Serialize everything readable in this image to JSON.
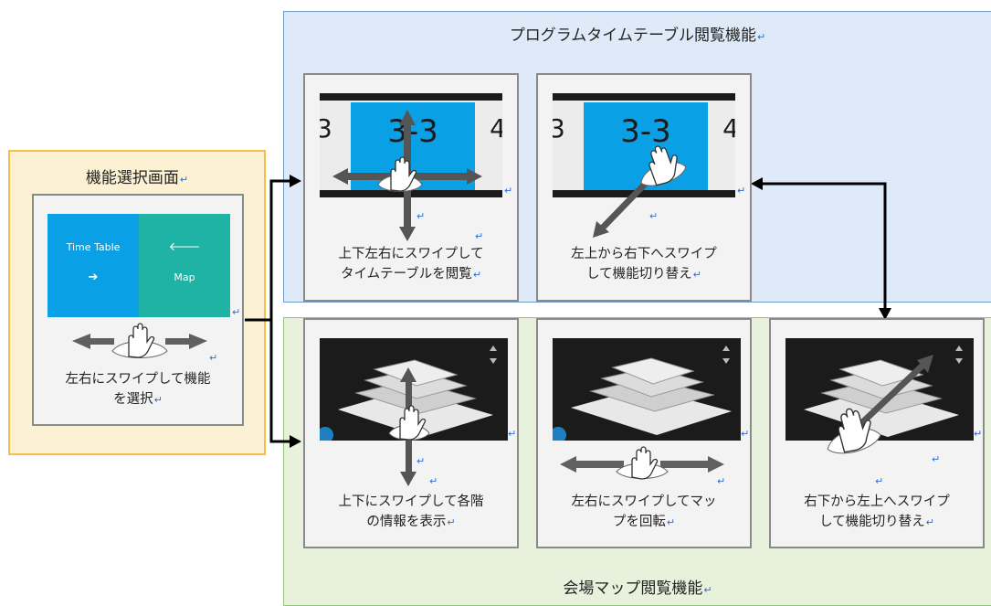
{
  "select_region": {
    "title": "機能選択画面",
    "thumb_left_label": "Time Table",
    "thumb_right_label": "Map",
    "caption_line1": "左右にスワイプして機能",
    "caption_line2": "を選択"
  },
  "timetable_region": {
    "title": "プログラムタイムテーブル閲覧機能",
    "card1": {
      "tile_label": "3-3",
      "left_digit": "3",
      "right_digit": "4",
      "caption_line1": "上下左右にスワイプして",
      "caption_line2": "タイムテーブルを閲覧"
    },
    "card2": {
      "tile_label": "3-3",
      "left_digit": "3",
      "right_digit": "4",
      "caption_line1": "左上から右下へスワイプ",
      "caption_line2": "して機能切り替え"
    }
  },
  "map_region": {
    "title": "会場マップ閲覧機能",
    "card1": {
      "caption_line1": "上下にスワイプして各階",
      "caption_line2": "の情報を表示"
    },
    "card2": {
      "caption_line1": "左右にスワイプしてマッ",
      "caption_line2": "プを回転"
    },
    "card3": {
      "caption_line1": "右下から左上へスワイプ",
      "caption_line2": "して機能切り替え"
    }
  },
  "return_mark": "↵",
  "colors": {
    "tt_blue": "#0aa0e6",
    "map_teal": "#1fb3a5",
    "select_bg": "#fdf1d3",
    "select_border": "#f5bd4a",
    "tt_bg": "#deeaf7",
    "map_bg": "#e8f1dc",
    "arrow": "#5f5f5f"
  }
}
